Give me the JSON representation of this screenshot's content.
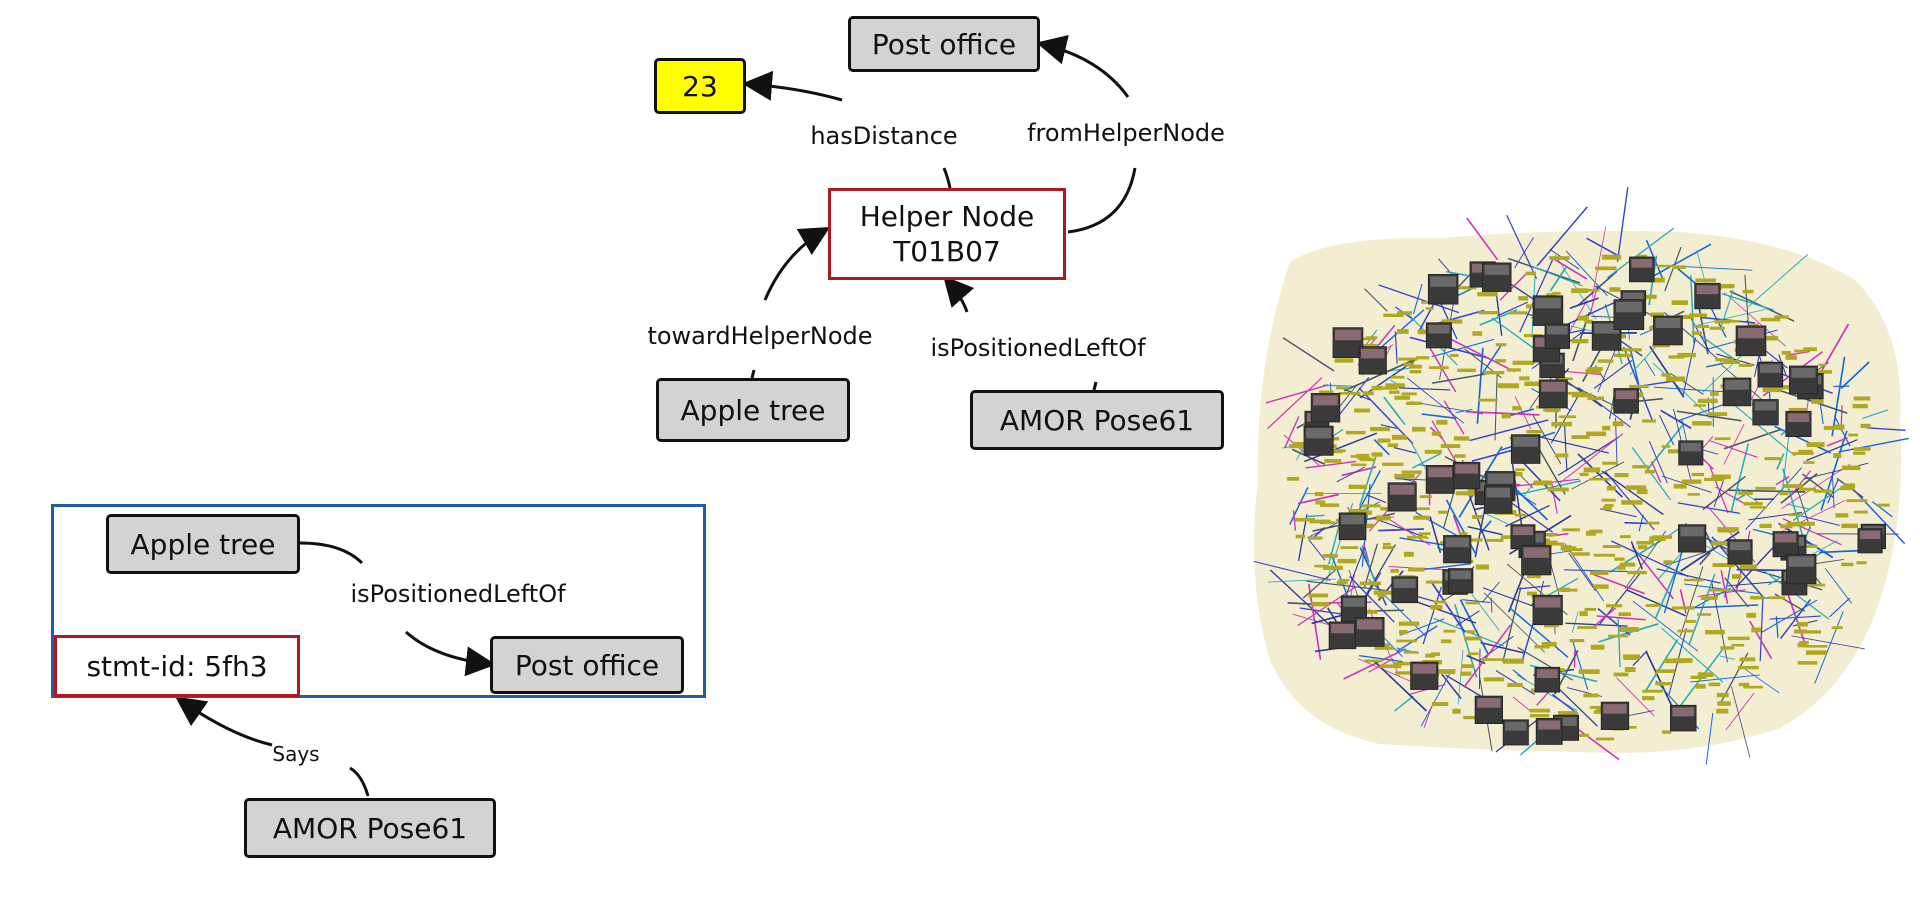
{
  "top_graph": {
    "post_office": "Post office",
    "distance_value": "23",
    "has_distance": "hasDistance",
    "from_helper_node": "fromHelperNode",
    "helper_node_line1": "Helper Node",
    "helper_node_line2": "T01B07",
    "toward_helper_node": "towardHelperNode",
    "is_positioned_left_of": "isPositionedLeftOf",
    "apple_tree": "Apple tree",
    "amor_pose": "AMOR Pose61"
  },
  "statement_graph": {
    "apple_tree": "Apple tree",
    "is_positioned_left_of": "isPositionedLeftOf",
    "post_office": "Post office",
    "stmt_id": "stmt-id: 5fh3",
    "says": "Says",
    "amor_pose": "AMOR Pose61"
  },
  "colors": {
    "node_fill": "#d3d3d3",
    "value_fill": "#ffff00",
    "helper_border": "#b01820",
    "statement_frame": "#1f5fa8",
    "map_background": "#f3eed2",
    "map_labels": "#b0a820"
  }
}
